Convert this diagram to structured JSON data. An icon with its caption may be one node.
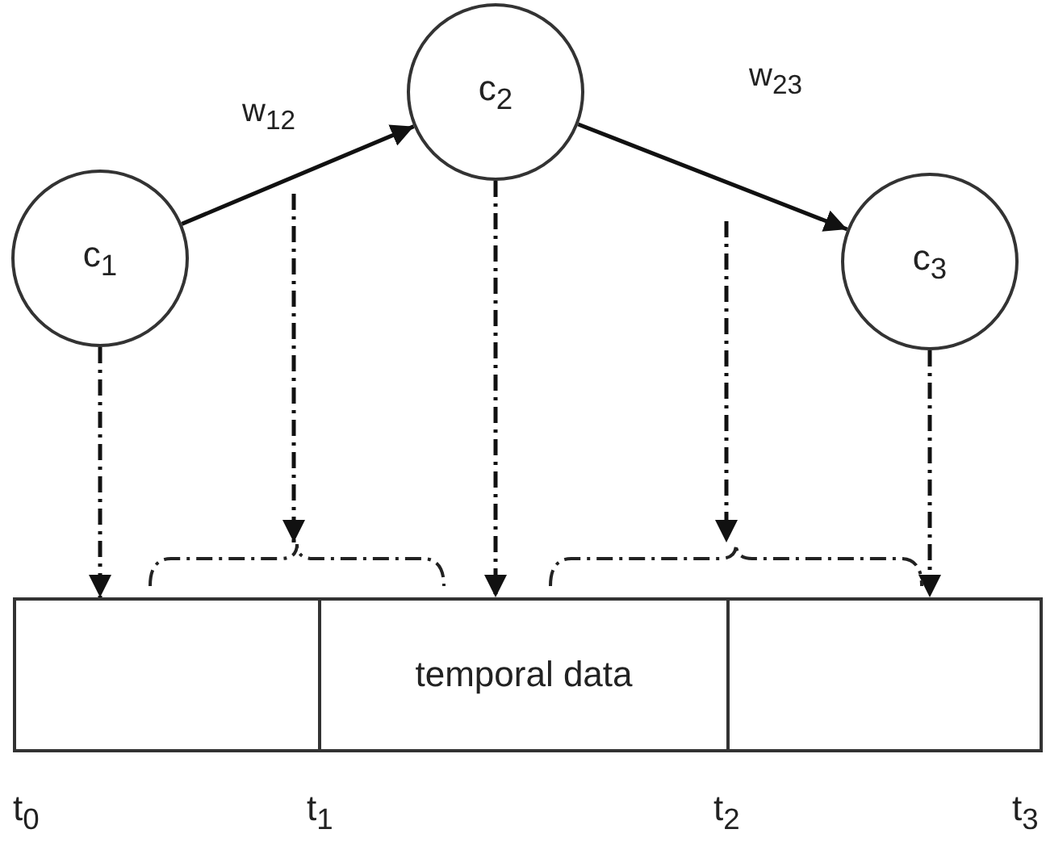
{
  "diagram": {
    "nodes": [
      {
        "text": [
          "c$_{1}$"
        ]
      },
      {
        "text": [
          "c$_{2}$"
        ]
      },
      {
        "text": [
          "c$_{3}$"
        ]
      },
      {
        "text": [],
        "shape": "brace"
      },
      {
        "text": [],
        "shape": "brace"
      },
      {
        "text": [],
        "shape": "box"
      },
      {
        "text": [
          "temporal data"
        ]
      },
      {
        "text": [],
        "shape": "box"
      }
    ],
    "edges": [
      {
        "from": 0,
        "to": 1,
        "arrow": "to",
        "label": "w$_{12}$"
      },
      {
        "from": 1,
        "to": 2,
        "arrow": "to",
        "label": "w$_{23}$"
      },
      {
        "from": 0,
        "to": 5,
        "arrow": "to",
        "style": "dashed"
      },
      {
        "from": null,
        "to": 3,
        "arrow": "to",
        "style": "dashed"
      },
      {
        "from": 1,
        "to": 6,
        "arrow": "to",
        "style": "dashed"
      },
      {
        "from": null,
        "to": 4,
        "arrow": "to",
        "style": "dashed"
      },
      {
        "from": 2,
        "to": 7,
        "arrow": "to",
        "style": "dashed"
      }
    ],
    "labels": [
      "t$_{0}$",
      "t$_{1}$",
      "t$_{2}$",
      "t$_{3}$"
    ]
  }
}
